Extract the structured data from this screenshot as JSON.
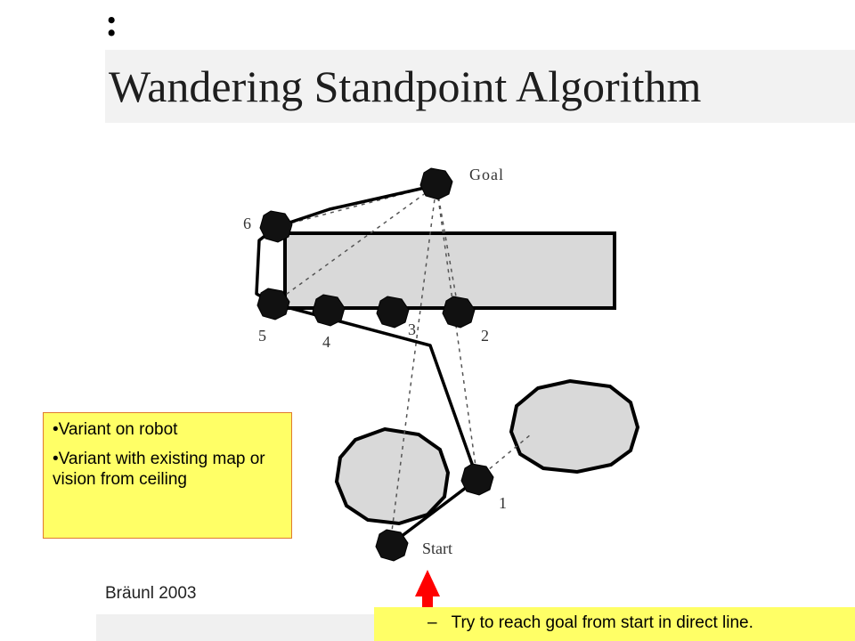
{
  "slide": {
    "bullet": ":",
    "title": "Wandering Standpoint Algorithm"
  },
  "diagram": {
    "labels": {
      "goal": "Goal",
      "start": "Start",
      "n1": "1",
      "n2": "2",
      "n3": "3",
      "n4": "4",
      "n5": "5",
      "n6": "6"
    }
  },
  "note": {
    "items": [
      "Variant on robot",
      "Variant with existing map or vision from ceiling"
    ]
  },
  "credit": "Bräunl 2003",
  "caption": {
    "dash": "–",
    "text": "Try to reach goal from start in direct line."
  },
  "colors": {
    "accent_yellow": "#ffff66",
    "arrow_red": "#ff0000",
    "obstacle_fill": "#d9d9d9"
  }
}
